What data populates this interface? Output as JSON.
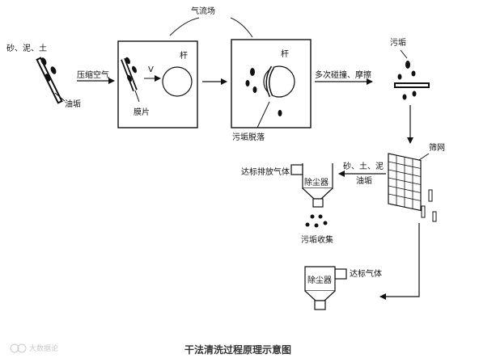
{
  "title": "气流场",
  "caption": "干法清洗过程原理示意图",
  "watermark": "大数据论",
  "labels": {
    "sand_mud_soil": "砂、泥、土",
    "oil_dirt": "油垢",
    "compressed_air": "压缩空气",
    "velocity": "V",
    "rod_1": "杆",
    "rod_2": "杆",
    "membrane": "膜片",
    "dirt_detach": "污垢脱落",
    "collide_rub": "多次碰撞、摩擦",
    "dirt": "污垢",
    "screen": "筛网",
    "sand_soil_mud": "砂、土、泥",
    "oil_dirt_2": "油垢",
    "exhaust_standard": "达标排放气体",
    "dust_collector_1": "除尘器",
    "dirt_collection": "污垢收集",
    "dust_collector_2": "除尘器",
    "gas_standard": "达标气体"
  }
}
